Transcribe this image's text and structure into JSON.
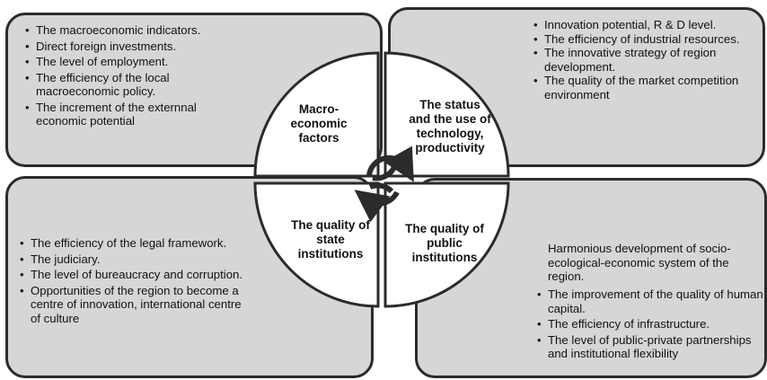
{
  "quadrants": {
    "top_left": {
      "label": "Macro-\neconomic\nfactors"
    },
    "top_right": {
      "label": "The status\nand the use of\ntechnology,\nproductivity"
    },
    "bottom_left": {
      "label": "The quality of\nstate\ninstitutions"
    },
    "bottom_right": {
      "label": "The quality of\npublic\ninstitutions"
    }
  },
  "boxes": {
    "top_left": {
      "items": [
        "The macroeconomic indicators.",
        "Direct foreign investments.",
        "The level of employment.",
        "The efficiency of the local macroeconomic policy.",
        "The increment of the externnal economic potential"
      ]
    },
    "top_right": {
      "items": [
        "Innovation potential, R & D level.",
        "The efficiency of industrial resources.",
        "The innovative strategy of region development.",
        "The quality of the market competition environment"
      ]
    },
    "bottom_left": {
      "items": [
        "The efficiency of the legal framework.",
        "The judiciary.",
        "The level of bureaucracy and corruption.",
        "Opportunities of the region to become a centre of innovation, international centre of culture"
      ]
    },
    "bottom_right": {
      "intro": "Harmonious development of socio-ecological-economic system of the region.",
      "items": [
        "The improvement of the quality of human capital.",
        "The efficiency of infrastructure.",
        "The level of public-private partnerships and institutional flexibility"
      ]
    }
  },
  "colors": {
    "box_fill": "#d6d6d6",
    "border": "#2b2b2b",
    "circle_fill": "#ffffff"
  }
}
